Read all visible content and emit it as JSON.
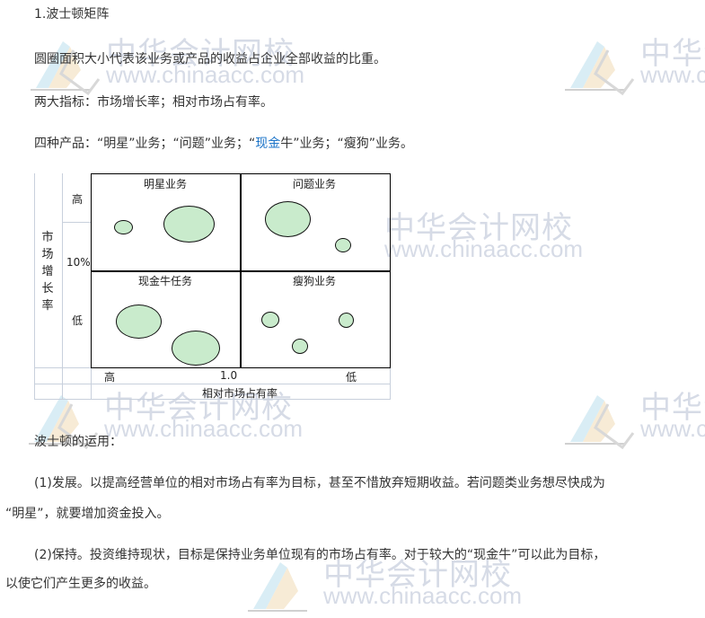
{
  "heading": "1.波士顿矩阵",
  "paragraphs": {
    "p1": "圆圈面积大小代表该业务或产品的收益占企业全部收益的比重。",
    "p2": "两大指标：市场增长率；相对市场占有率。",
    "p3_a": "四种产品：“明星”业务；“问题”业务；“",
    "p3_link": "现金",
    "p3_b": "牛”业务；“瘦狗”业务。"
  },
  "watermark": {
    "cn": "中华会计网校",
    "en": "www.chinaacc.com"
  },
  "chart_data": {
    "type": "scatter",
    "title": "波士顿矩阵",
    "ylabel": "市场增长率",
    "xlabel": "相对市场占有率",
    "y_ticks": [
      "高",
      "10%",
      "低"
    ],
    "x_ticks": [
      "高",
      "1.0",
      "低"
    ],
    "quadrants": [
      {
        "name": "明星业务",
        "position": "top-left",
        "bubbles": [
          {
            "size": "small"
          },
          {
            "size": "large"
          }
        ]
      },
      {
        "name": "问题业务",
        "position": "top-right",
        "bubbles": [
          {
            "size": "large"
          },
          {
            "size": "small"
          }
        ]
      },
      {
        "name": "现金牛任务",
        "position": "bottom-left",
        "bubbles": [
          {
            "size": "large"
          },
          {
            "size": "large"
          }
        ]
      },
      {
        "name": "瘦狗业务",
        "position": "bottom-right",
        "bubbles": [
          {
            "size": "small"
          },
          {
            "size": "small"
          },
          {
            "size": "small"
          }
        ]
      }
    ],
    "bubble_color": "#c9ebcc",
    "grid": true
  },
  "usage": {
    "title": "波士顿的运用：",
    "item1_line1": "(1)发展。以提高经营单位的相对市场占有率为目标，甚至不惜放弃短期收益。若问题类业务想尽快成为",
    "item1_line2": "“明星”，就要增加资金投入。",
    "item2_line1": "(2)保持。投资维持现状，目标是保持业务单位现有的市场占有率。对于较大的“现金牛”可以此为目标，",
    "item2_line2": "以使它们产生更多的收益。"
  }
}
